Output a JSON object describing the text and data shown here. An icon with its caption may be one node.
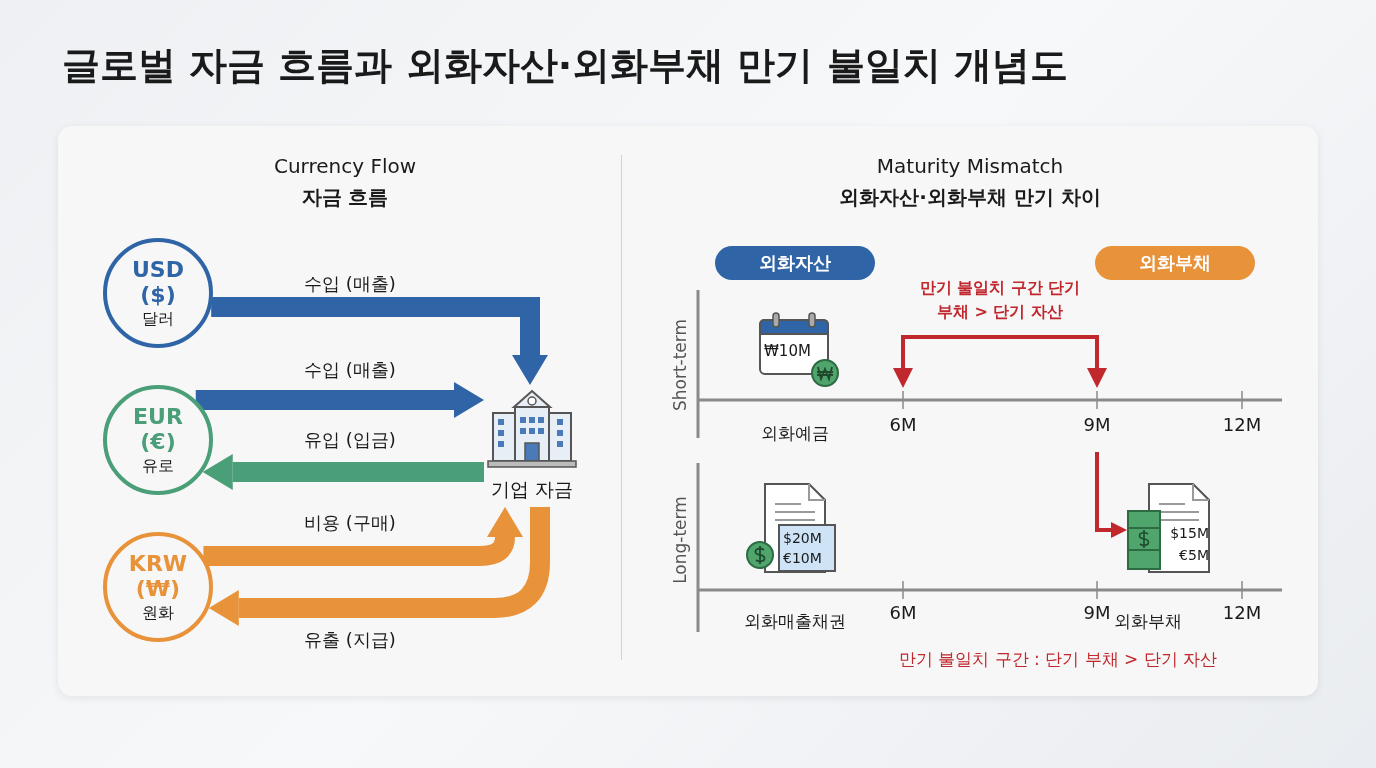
{
  "diagram": {
    "title": "글로벌 자금 흐름과 외화자산·외화부채 만기 불일치 개념도",
    "nodes": [
      {
        "text": [
          "USD ($)",
          "달러"
        ]
      },
      {
        "text": [
          "EUR (€)",
          "유로"
        ]
      },
      {
        "text": [
          "KRW (₩)",
          "원화"
        ]
      },
      {
        "text": [
          "기업 자금"
        ]
      },
      {
        "text": [
          "외화자산"
        ]
      },
      {
        "text": [
          "외화부채"
        ]
      },
      {
        "text": [
          "₩10M"
        ],
        "beside": [
          "외화예금"
        ]
      },
      {
        "text": [
          "$20M €10M"
        ],
        "beside": [
          "외화매출채권"
        ]
      },
      {
        "text": [
          "$15M €5M"
        ],
        "beside": [
          "외화부채"
        ]
      }
    ],
    "edges": [
      {
        "from": 0,
        "to": 3,
        "arrow": "to",
        "label": "수입 (매출)",
        "color": "#2f65a7"
      },
      {
        "from": 1,
        "to": 3,
        "arrow": "to",
        "label": "수입 (매출)",
        "color": "#2f65a7"
      },
      {
        "from": 3,
        "to": 1,
        "arrow": "to",
        "label": "유입 (입금)",
        "color": "#4a9e78"
      },
      {
        "from": 2,
        "to": 3,
        "arrow": "to",
        "label": "비용 (구매)",
        "color": "#e8923a"
      },
      {
        "from": 3,
        "to": 2,
        "arrow": "to",
        "label": "유출 (지급)",
        "color": "#e8923a"
      },
      {
        "from": null,
        "to": 8,
        "arrow": "to",
        "color": "#c0282d"
      }
    ],
    "labels": [
      "Currency Flow",
      "자금 흐름",
      "Maturity Mismatch",
      "외화자산·외화부채 만기 차이",
      "만기 불일치 구간 단기 부채 > 단기 자산",
      "Short-term",
      "6M",
      "9M",
      "12M",
      "Long-term",
      "6M",
      "9M",
      "12M",
      "만기 불일치 구간 : 단기 부채 > 단기 자산"
    ]
  }
}
